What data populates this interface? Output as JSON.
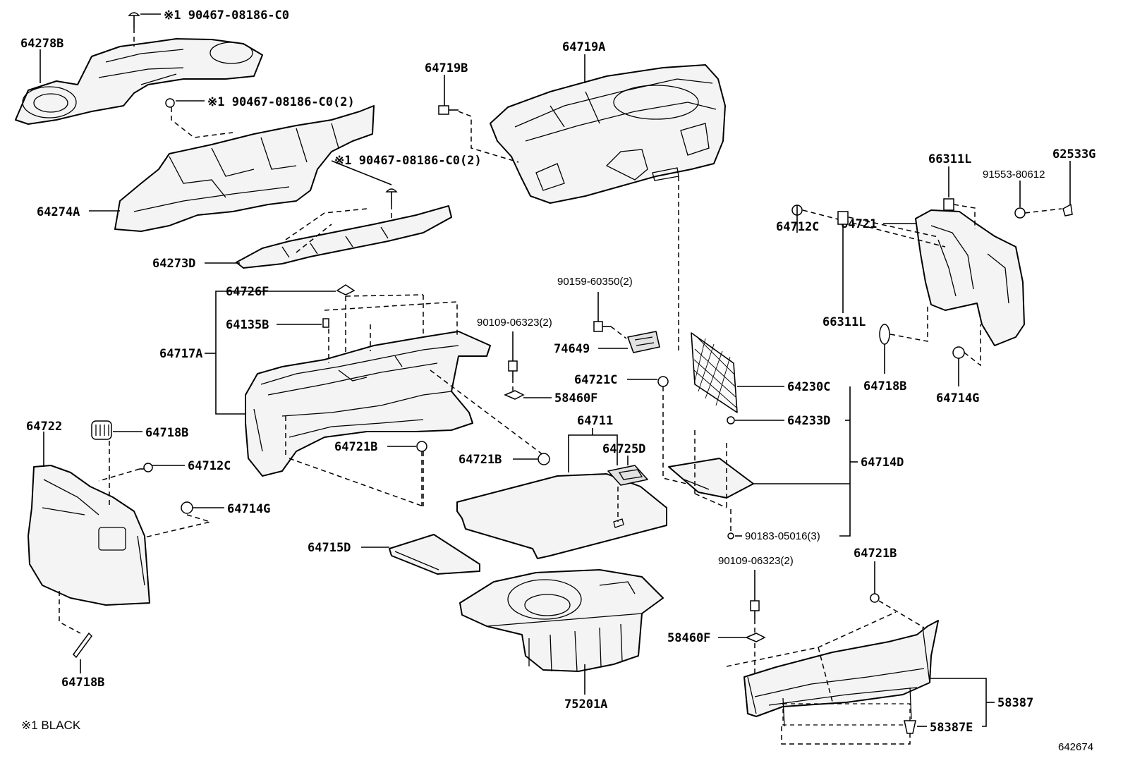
{
  "labels": {
    "p64278b": "64278B",
    "clip1": "※1 90467-08186-C0",
    "clip2": "※1 90467-08186-C0(2)",
    "clip3": "※1 90467-08186-C0(2)",
    "p64274a": "64274A",
    "p64273d": "64273D",
    "p64719b": "64719B",
    "p64719a": "64719A",
    "p66311l_top": "66311L",
    "p91553": "91553-80612",
    "p62533g": "62533G",
    "p64712c_r": "64712C",
    "p64721": "64721",
    "p66311l_mid": "66311L",
    "p64718b_r": "64718B",
    "p64714g_r": "64714G",
    "p64726f": "64726F",
    "p64135b": "64135B",
    "p64717a": "64717A",
    "p90159": "90159-60350(2)",
    "p74649": "74649",
    "p90109_top": "90109-06323(2)",
    "p58460f_top": "58460F",
    "p64721c": "64721C",
    "p64230c": "64230C",
    "p64233d": "64233D",
    "p64714d": "64714D",
    "p64722": "64722",
    "p64718b_l": "64718B",
    "p64712c_l": "64712C",
    "p64714g_l": "64714G",
    "p64721b_mid": "64721B",
    "p64721b_c": "64721B",
    "p64711": "64711",
    "p64725d": "64725D",
    "p90183": "90183-05016(3)",
    "p64715d": "64715D",
    "p90109_bot": "90109-06323(2)",
    "p64721b_r": "64721B",
    "p58460f_bot": "58460F",
    "p58387": "58387",
    "p58387e": "58387E",
    "p75201a": "75201A",
    "p64718b_bot": "64718B"
  },
  "footnote": "※1 BLACK",
  "diagram_code": "642674"
}
